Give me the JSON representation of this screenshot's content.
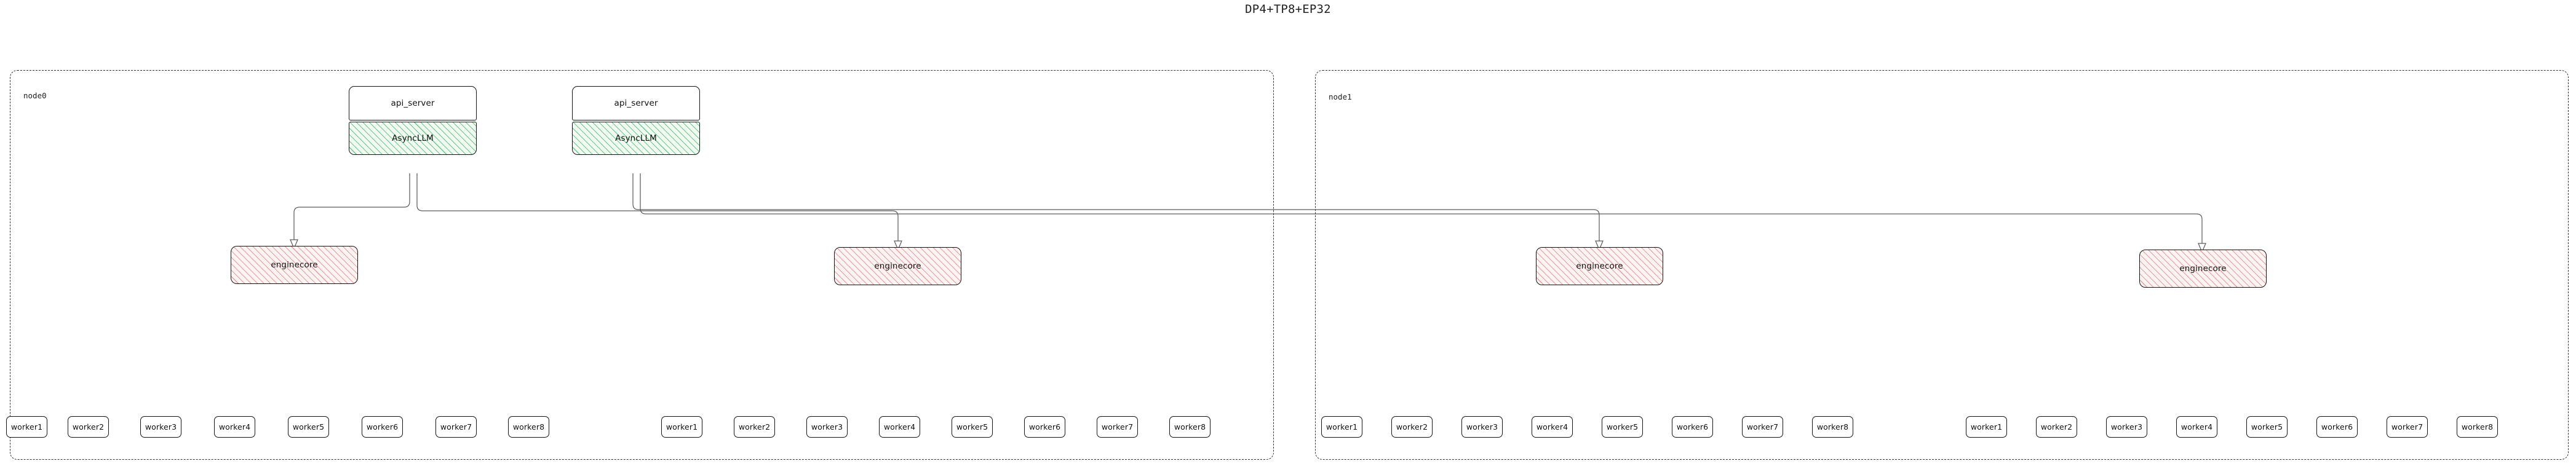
{
  "title": "DP4+TP8+EP32",
  "palette": {
    "async_hatch": "#62cf80",
    "async_fill": "#f3fbf4",
    "engine_hatch": "#f09a9a",
    "engine_fill": "#fdf4f4",
    "box_border": "#141414",
    "cluster_border": "#333333",
    "edge": "#5e5e5e",
    "text": "#1a1a1a"
  },
  "clusters": [
    {
      "id": "node0",
      "label": "node0",
      "api_servers": [
        {
          "label": "api_server"
        },
        {
          "label": "api_server"
        }
      ],
      "async_llms": [
        {
          "label": "AsyncLLM"
        },
        {
          "label": "AsyncLLM"
        }
      ],
      "enginecores": [
        {
          "label": "enginecore"
        },
        {
          "label": "enginecore"
        }
      ],
      "worker_groups": [
        {
          "workers": [
            "worker1",
            "worker2",
            "worker3",
            "worker4",
            "worker5",
            "worker6",
            "worker7",
            "worker8"
          ]
        },
        {
          "workers": [
            "worker1",
            "worker2",
            "worker3",
            "worker4",
            "worker5",
            "worker6",
            "worker7",
            "worker8"
          ]
        }
      ]
    },
    {
      "id": "node1",
      "label": "node1",
      "api_servers": [],
      "async_llms": [],
      "enginecores": [
        {
          "label": "enginecore"
        },
        {
          "label": "enginecore"
        }
      ],
      "worker_groups": [
        {
          "workers": [
            "worker1",
            "worker2",
            "worker3",
            "worker4",
            "worker5",
            "worker6",
            "worker7",
            "worker8"
          ]
        },
        {
          "workers": [
            "worker1",
            "worker2",
            "worker3",
            "worker4",
            "worker5",
            "worker6",
            "worker7",
            "worker8"
          ]
        }
      ]
    }
  ]
}
